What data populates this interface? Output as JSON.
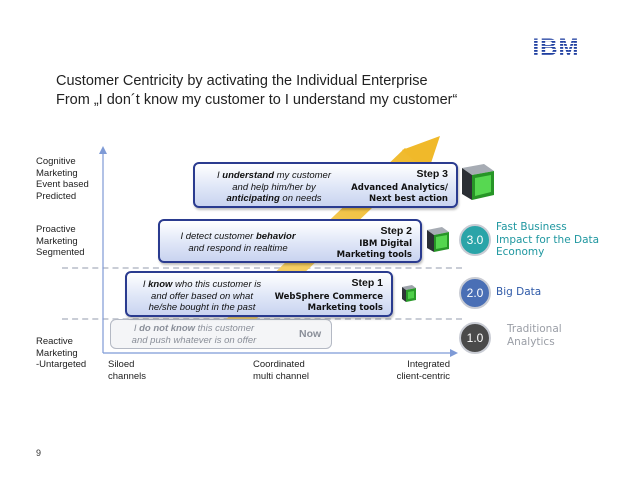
{
  "logo": "IBM",
  "title": {
    "line1": "Customer Centricity by activating the Individual Enterprise",
    "line2": "From „I don´t know my customer to I understand my customer“"
  },
  "y_axis": {
    "cognitive": [
      "Cognitive",
      "Marketing",
      "Event based",
      "Predicted"
    ],
    "proactive": [
      "Proactive",
      "Marketing",
      "Segmented"
    ],
    "reactive": [
      "Reactive",
      "Marketing",
      "-Untargeted"
    ]
  },
  "x_axis": {
    "siloed": [
      "Siloed",
      "channels"
    ],
    "coordinated": [
      "Coordinated",
      "multi channel"
    ],
    "integrated": [
      "Integrated",
      "client-centric"
    ]
  },
  "steps": {
    "step0": {
      "line1": "I do not know this customer",
      "line2": "and push whatever is on offer",
      "tag": "Now",
      "bold": "do not know"
    },
    "step1": {
      "pre": "I ",
      "bold": "know",
      "post": " who this customer is",
      "line2": "and offer based on what",
      "line3": "he/she bought in the past",
      "title": "Step 1",
      "sub": [
        "WebSphere Commerce",
        "Marketing tools"
      ]
    },
    "step2": {
      "pre": "I detect customer ",
      "bold": "behavior",
      "line2": "and respond in realtime",
      "title": "Step 2",
      "sub": [
        "IBM Digital",
        "Marketing tools"
      ]
    },
    "step3": {
      "pre": "I ",
      "bold": "understand",
      "post": " my customer",
      "line2": "and help him/her by",
      "bold3": "anticipating",
      "post3": " on needs",
      "title": "Step 3",
      "sub": [
        "Advanced Analytics/",
        "Next best action"
      ]
    }
  },
  "levels": [
    {
      "num": "1.0",
      "label": [
        "Traditional",
        "Analytics"
      ],
      "circle": "#4a4a4a",
      "text": "#9a9ea6"
    },
    {
      "num": "2.0",
      "label": [
        "Big Data"
      ],
      "circle": "#4a6fb5",
      "text": "#2f5aa8"
    },
    {
      "num": "3.0",
      "label": [
        "Fast Business",
        "Impact for the Data",
        "Economy"
      ],
      "circle": "#2aa4a8",
      "text": "#1f97a0"
    }
  ],
  "page_number": "9"
}
